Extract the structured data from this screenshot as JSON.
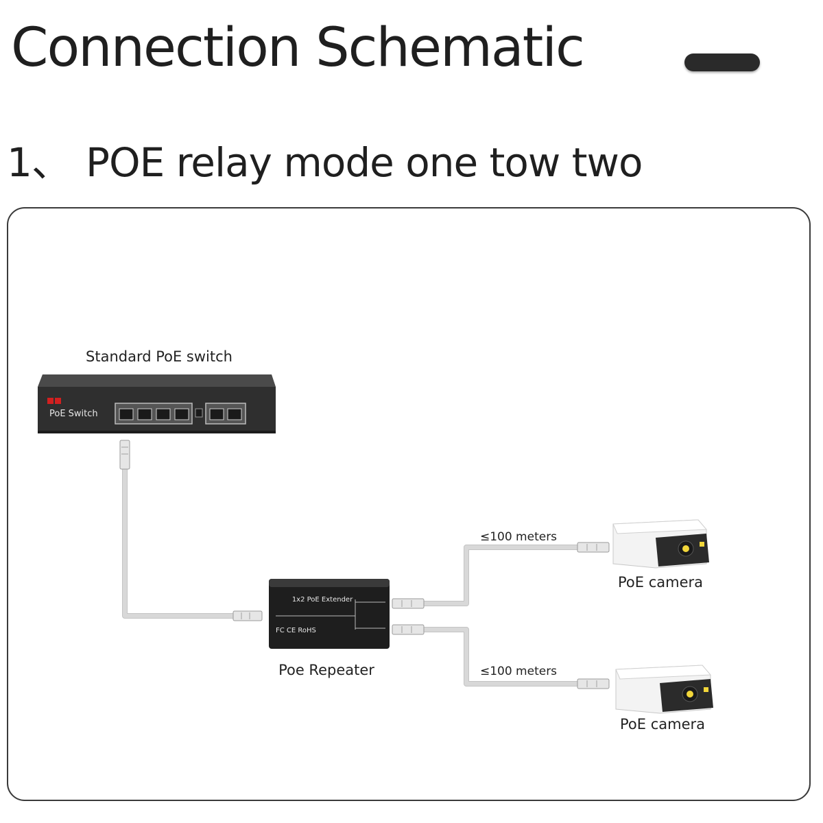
{
  "title": "Connection Schematic",
  "section": {
    "number": "1、",
    "text": "POE relay mode one tow two"
  },
  "diagram": {
    "switch": {
      "label": "Standard PoE switch",
      "front_text": "PoE Switch"
    },
    "repeater": {
      "label": "Poe Repeater",
      "front_title": "1x2 PoE Extender",
      "front_marks": "FC CE RoHS"
    },
    "link_top": {
      "distance": "≤100 meters"
    },
    "link_bottom": {
      "distance": "≤100 meters"
    },
    "camera_top": {
      "label": "PoE camera"
    },
    "camera_bottom": {
      "label": "PoE camera"
    }
  },
  "colors": {
    "device_body": "#2f2f2f",
    "cable": "#d8d8d8",
    "camera_lens": "#f2d63a"
  }
}
